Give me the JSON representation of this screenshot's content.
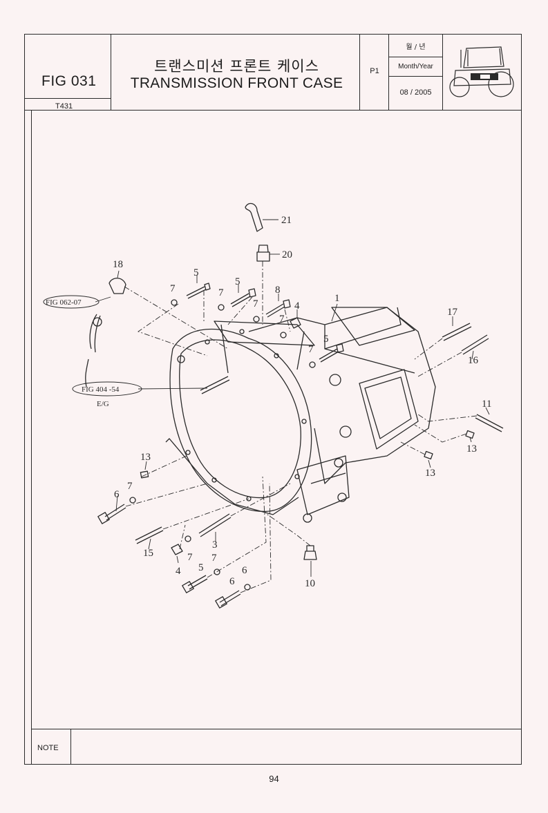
{
  "header": {
    "fig_number": "FIG 031",
    "fig_code": "T431",
    "title_korean": "트랜스미션 프론트 케이스",
    "title_english": "TRANSMISSION FRONT CASE",
    "page_code": "P1",
    "month_year_korean": "월 / 년",
    "month_year_label": "Month/Year",
    "month_year_value": "08  / 2005",
    "logo_icon": "tractor-icon"
  },
  "diagram": {
    "callouts": [
      "1",
      "3",
      "4",
      "4",
      "5",
      "5",
      "5",
      "5",
      "6",
      "6",
      "7",
      "7",
      "7",
      "7",
      "7",
      "7",
      "7",
      "7",
      "8",
      "10",
      "11",
      "13",
      "13",
      "13",
      "15",
      "16",
      "17",
      "18",
      "20",
      "21"
    ],
    "references": {
      "fig_062": "FIG 062-07",
      "fig_404": "FIG 404  -54",
      "eg": "E/G"
    }
  },
  "footer": {
    "note_label": "NOTE",
    "page_number": "94"
  }
}
